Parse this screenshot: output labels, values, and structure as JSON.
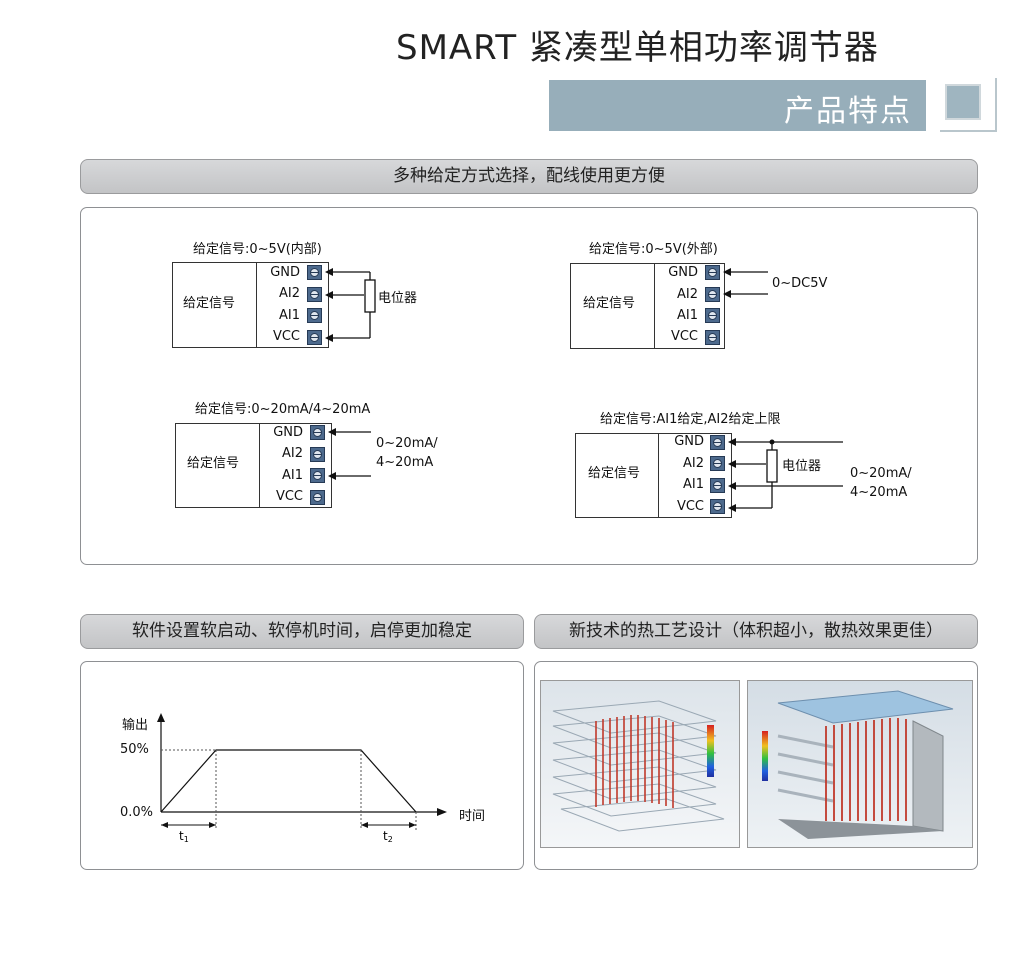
{
  "header": {
    "title": "SMART 紧凑型单相功率调节器",
    "feature_bar": "产品特点"
  },
  "section1": {
    "heading": "多种给定方式选择，配线使用更方便",
    "diagrams": [
      {
        "caption": "给定信号:0~5V(内部)",
        "box_label": "给定信号",
        "terminals": [
          "GND",
          "AI2",
          "AI1",
          "VCC"
        ],
        "side_label": "电位器"
      },
      {
        "caption": "给定信号:0~5V(外部)",
        "box_label": "给定信号",
        "terminals": [
          "GND",
          "AI2",
          "AI1",
          "VCC"
        ],
        "side_label": "0~DC5V"
      },
      {
        "caption": "给定信号:0~20mA/4~20mA",
        "box_label": "给定信号",
        "terminals": [
          "GND",
          "AI2",
          "AI1",
          "VCC"
        ],
        "side_label_1": "0~20mA/",
        "side_label_2": "4~20mA"
      },
      {
        "caption": "给定信号:AI1给定,AI2给定上限",
        "box_label": "给定信号",
        "terminals": [
          "GND",
          "AI2",
          "AI1",
          "VCC"
        ],
        "pot_label": "电位器",
        "side_label_1": "0~20mA/",
        "side_label_2": "4~20mA"
      }
    ]
  },
  "section2": {
    "heading": "软件设置软启动、软停机时间，启停更加稳定",
    "chart": {
      "ylabel": "输出",
      "xlabel": "时间",
      "y_high": "50%",
      "y_low": "0.0%",
      "t1": "t",
      "t1_sub": "1",
      "t2": "t",
      "t2_sub": "2"
    }
  },
  "section3": {
    "heading": "新技术的热工艺设计（体积超小，散热效果更佳）"
  },
  "colors": {
    "feature_bar": "#97aeba",
    "screw": "#4d6a8d",
    "heat_red": "#c0392b",
    "frame_blue": "#9ec3e0"
  }
}
